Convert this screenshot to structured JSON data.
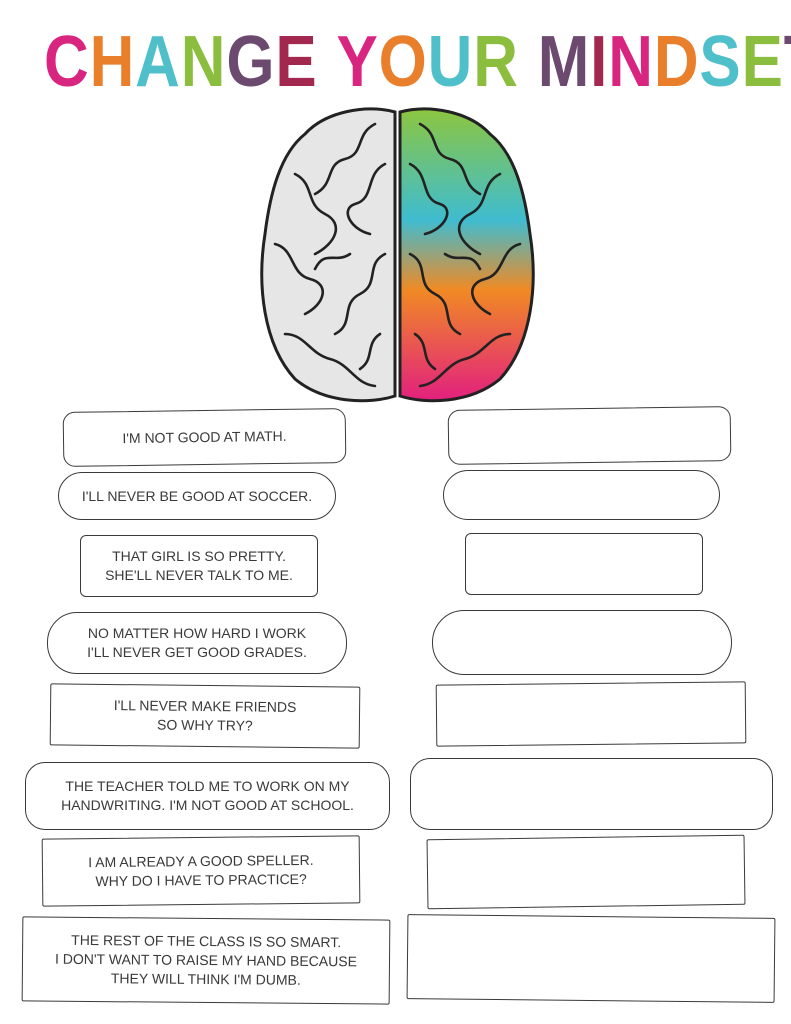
{
  "title": "CHANGE YOUR MINDSET",
  "title_letter_colors": [
    "#d8257f",
    "#e97e2b",
    "#4fbfc9",
    "#8bbd3e",
    "#6c4a6f",
    "#a3284f",
    " ",
    "#d8257f",
    "#e97e2b",
    "#4fbfc9",
    "#8bbd3e",
    " ",
    "#6c4a6f",
    "#a3284f",
    "#d8257f",
    "#e97e2b",
    "#4fbfc9",
    "#8bbd3e",
    "#6c4a6f"
  ],
  "brain": {
    "left_color": "#e6e6e6",
    "right_gradient": [
      "#8cc63f",
      "#3fbcd0",
      "#f08a24",
      "#e2207f"
    ]
  },
  "statements": [
    {
      "lines": [
        "I'M NOT GOOD AT MATH."
      ]
    },
    {
      "lines": [
        "I'LL NEVER BE GOOD AT SOCCER."
      ]
    },
    {
      "lines": [
        "THAT GIRL IS SO PRETTY.",
        "SHE'LL NEVER TALK TO ME."
      ]
    },
    {
      "lines": [
        "NO MATTER HOW HARD I WORK",
        "I'LL NEVER GET GOOD GRADES."
      ]
    },
    {
      "lines": [
        "I'LL NEVER MAKE FRIENDS",
        "SO WHY TRY?"
      ]
    },
    {
      "lines": [
        "THE TEACHER TOLD ME TO WORK ON MY",
        "HANDWRITING.  I'M NOT GOOD AT SCHOOL."
      ]
    },
    {
      "lines": [
        "I AM ALREADY A GOOD SPELLER.",
        "WHY DO I HAVE TO PRACTICE?"
      ]
    },
    {
      "lines": [
        "THE REST OF THE CLASS IS SO SMART.",
        "I DON'T WANT TO RAISE MY HAND BECAUSE",
        "THEY WILL THINK I'M DUMB."
      ]
    }
  ],
  "answers": [
    "",
    "",
    "",
    "",
    "",
    "",
    "",
    ""
  ]
}
